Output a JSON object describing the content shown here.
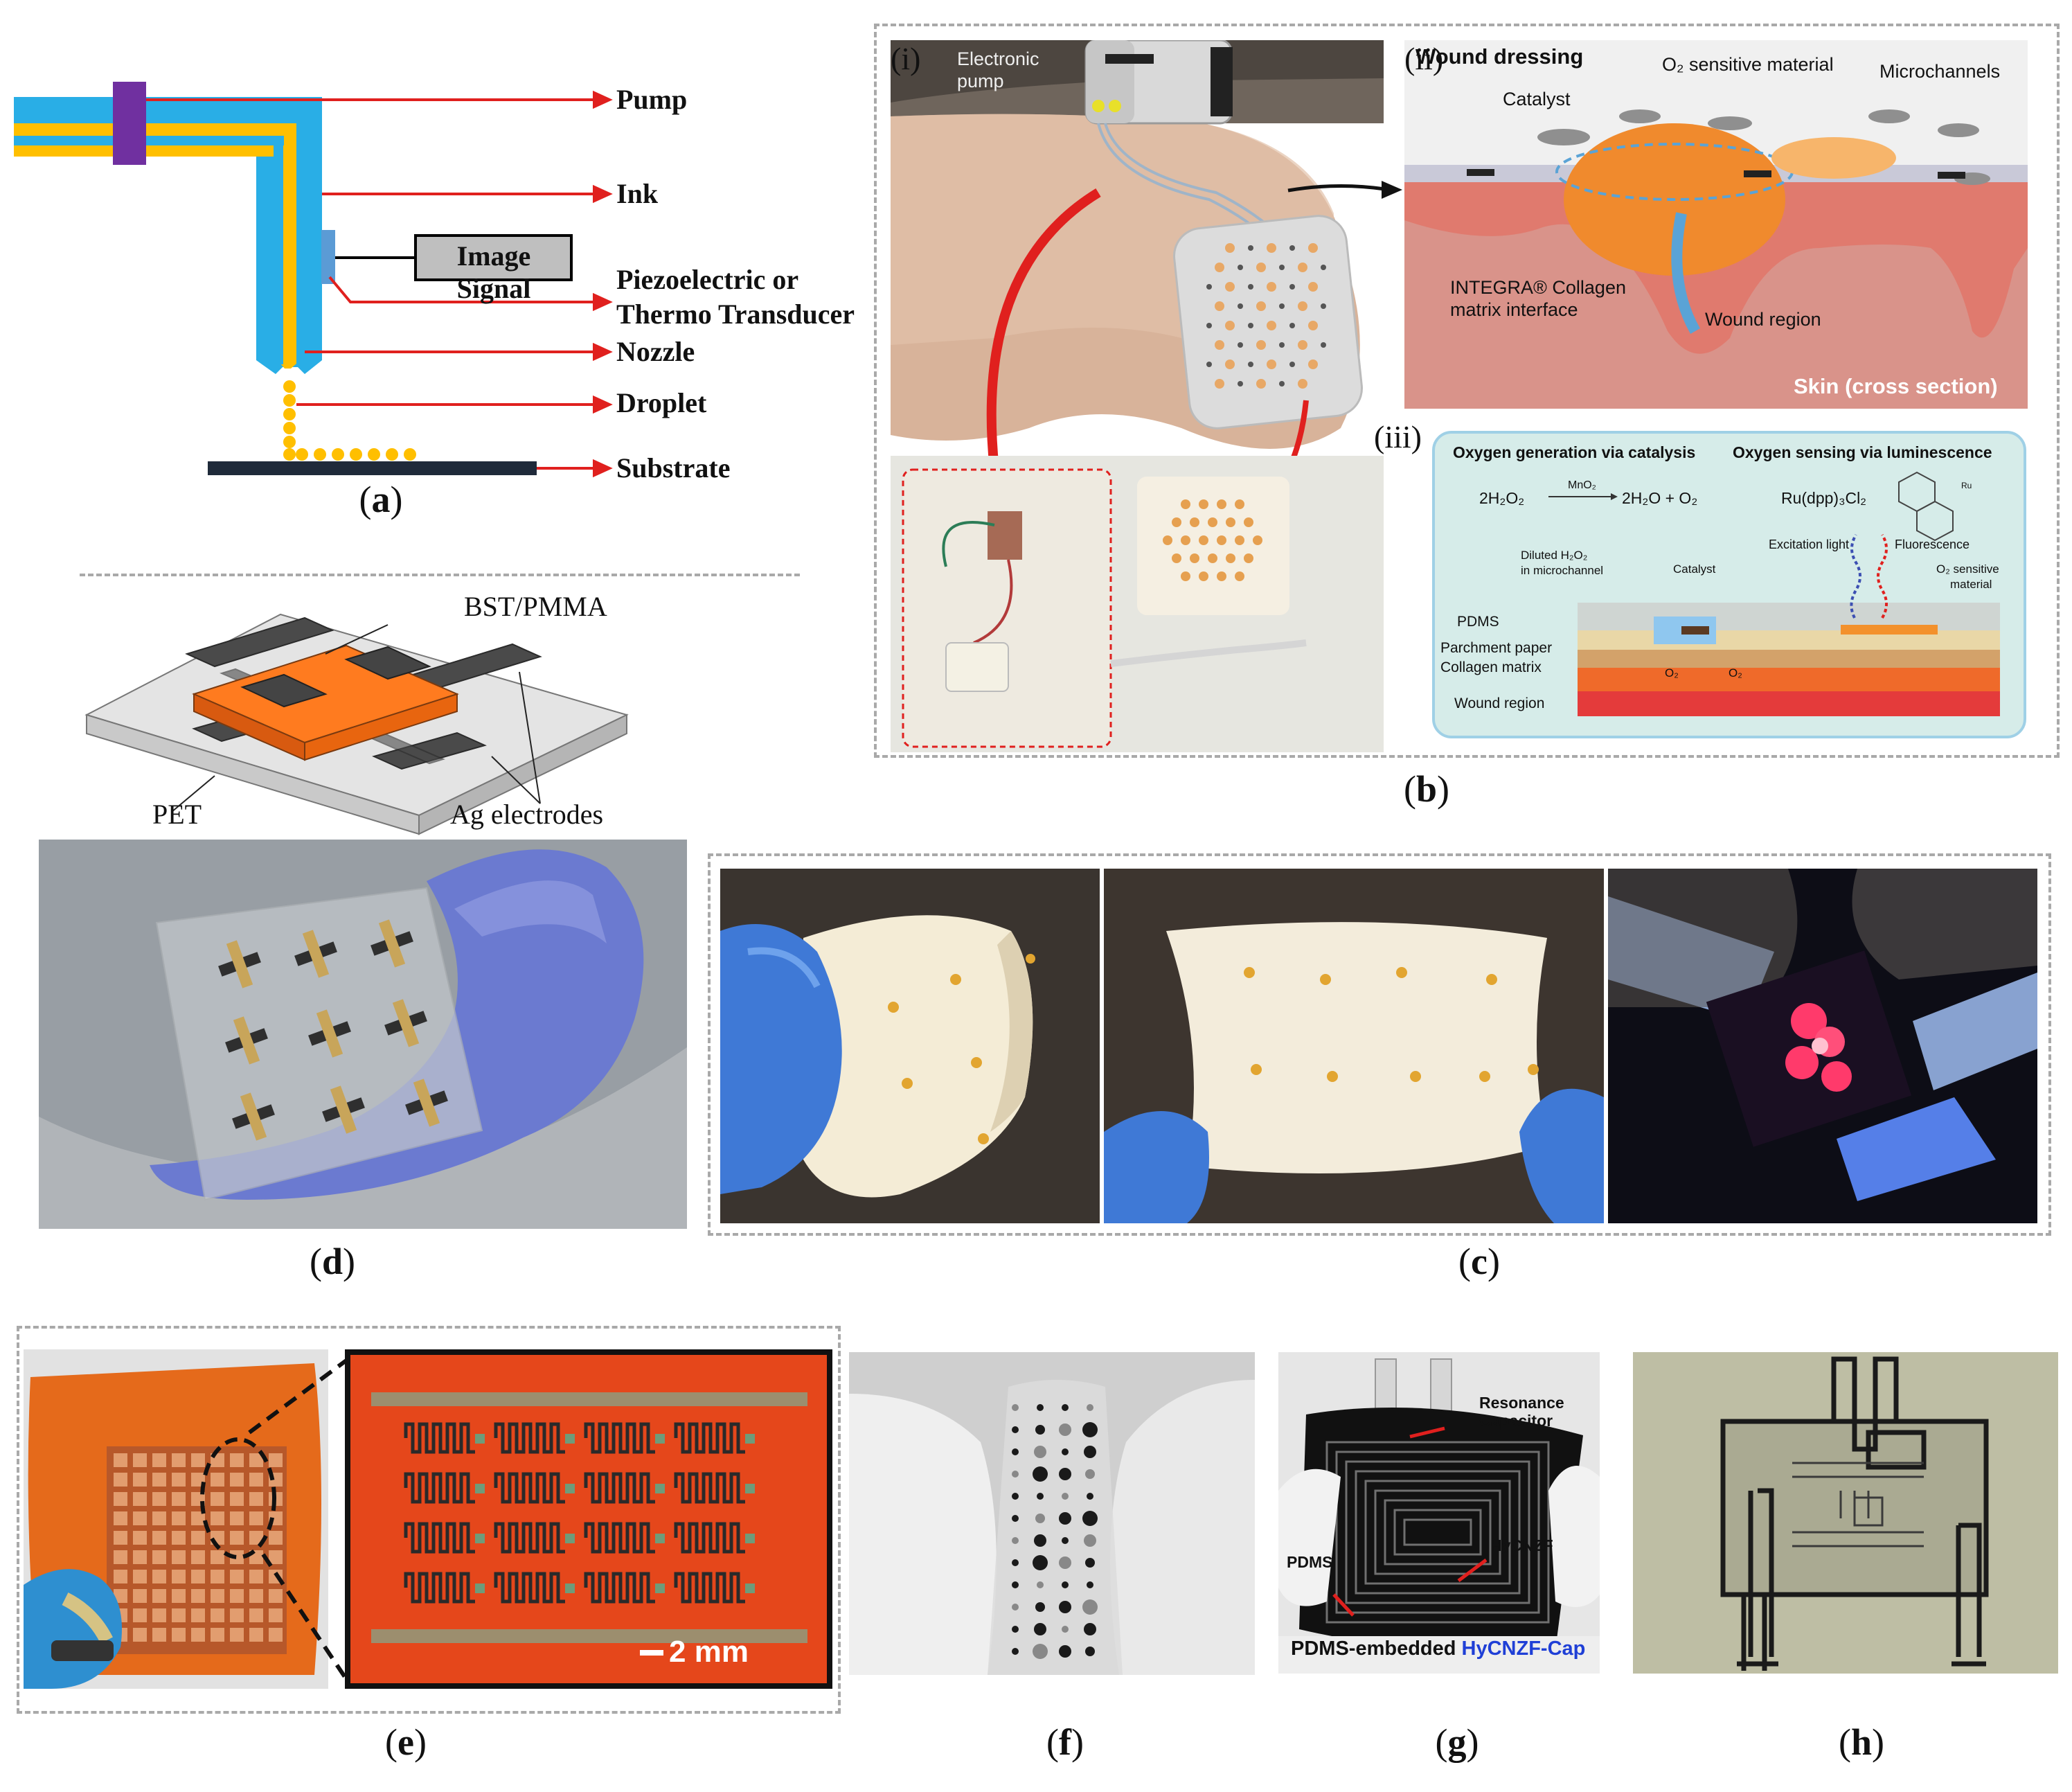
{
  "panel_a": {
    "labels": [
      "Pump",
      "Ink",
      "Piezoelectric or",
      "Thermo Transducer",
      "Nozzle",
      "Droplet",
      "Substrate"
    ],
    "image_signal": "Image Signal",
    "caption_letter": "a"
  },
  "panel_b": {
    "sub_i": "(i)",
    "sub_ii": "(ii)",
    "sub_iii": "(iii)",
    "electronic_pump": [
      "Electronic",
      "pump"
    ],
    "wound_dressing": "Wound dressing",
    "o2_sensitive": "O₂ sensitive material",
    "microchannels": "Microchannels",
    "catalyst": "Catalyst",
    "integra": [
      "INTEGRA® Collagen",
      "matrix interface"
    ],
    "wound_region": "Wound region",
    "skin_cross": "Skin (cross section)",
    "iii_title_left": "Oxygen generation via catalysis",
    "iii_title_right": "Oxygen sensing via luminescence",
    "reaction_left": "2H₂O₂",
    "reaction_cat": "MnO₂",
    "reaction_right": "2H₂O + O₂",
    "ru_complex": "Ru(dpp)₃Cl₂",
    "ru_sup": "Ru",
    "excitation": "Excitation light",
    "fluorescence": "Fluorescence",
    "diluted": [
      "Diluted H₂O₂",
      "in microchannel"
    ],
    "catalyst_small": "Catalyst",
    "o2_sens_small": [
      "O₂ sensitive",
      "material"
    ],
    "pdms": "PDMS",
    "parchment": "Parchment paper",
    "collagen": "Collagen matrix",
    "wound_region_small": "Wound region",
    "o2": "O₂",
    "caption_letter": "b"
  },
  "panel_c": {
    "caption_letter": "c"
  },
  "panel_d": {
    "bst": "BST/PMMA",
    "pet": "PET",
    "ag": "Ag electrodes",
    "caption_letter": "d"
  },
  "panel_e": {
    "scale": "2 mm",
    "caption_letter": "e"
  },
  "panel_f": {
    "caption_letter": "f"
  },
  "panel_g": {
    "resonance": [
      "Resonance",
      "Capacitor"
    ],
    "pdms": "PDMS",
    "hycnzf": "HyCNZF",
    "bottom_left": "PDMS-embedded ",
    "bottom_right": "HyCNZF-Cap",
    "caption_letter": "g"
  },
  "panel_h": {
    "caption_letter": "h"
  },
  "colors": {
    "arrow_red": "#e0201e",
    "ink_yellow": "#ffbf00",
    "nozzle_blue": "#29aee6",
    "clamp_purple": "#7030a0",
    "dash_gray": "#a9a9a9",
    "bst_orange": "#ff7b1f"
  }
}
